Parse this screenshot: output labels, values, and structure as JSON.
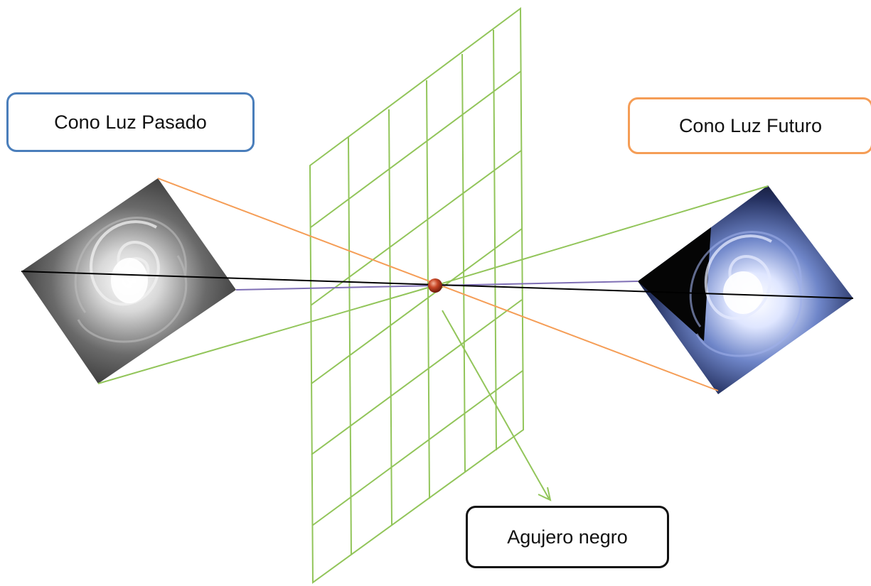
{
  "labels": {
    "past_cone": "Cono Luz Pasado",
    "future_cone": "Cono Luz Futuro",
    "black_hole": "Agujero negro"
  },
  "colors": {
    "grid": "#92c55a",
    "past_border": "#4a7ebb",
    "future_border": "#f59d56",
    "orange_ray": "#f59d56",
    "green_ray": "#92c55a",
    "purple_ray": "#7f6fb5",
    "black_ray": "#000000",
    "singularity": "#b5381f"
  },
  "icons": {
    "past_galaxy": "grayscale-spiral-galaxy-icon",
    "future_galaxy": "blue-spiral-galaxy-icon",
    "black_hole": "red-sphere-icon"
  }
}
